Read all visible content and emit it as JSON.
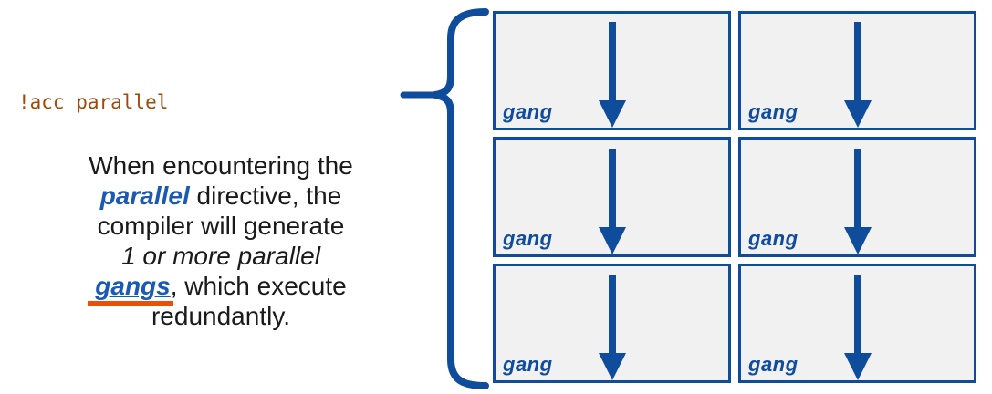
{
  "slide": {
    "code_line": "!acc parallel",
    "description": {
      "line1": "When encountering the",
      "line2_keyword": "parallel",
      "line2_rest": " directive,  the",
      "line3": "compiler will generate",
      "line4": "1 or more parallel",
      "line5_keyword": "gangs",
      "line5_rest": ", which execute",
      "line6": "redundantly."
    },
    "diagram": {
      "rows": 3,
      "columns": 2,
      "boxes": [
        {
          "label": "gang"
        },
        {
          "label": "gang"
        },
        {
          "label": "gang"
        },
        {
          "label": "gang"
        },
        {
          "label": "gang"
        },
        {
          "label": "gang"
        }
      ]
    },
    "colors": {
      "diagram_blue": "#104C9C",
      "keyword_blue": "#1A5AB4",
      "code_brown": "#A34906",
      "underline_orange": "#EE4D0B",
      "box_fill": "#F1F1F2",
      "body_text": "#1a1a1a",
      "background": "#ffffff"
    }
  }
}
